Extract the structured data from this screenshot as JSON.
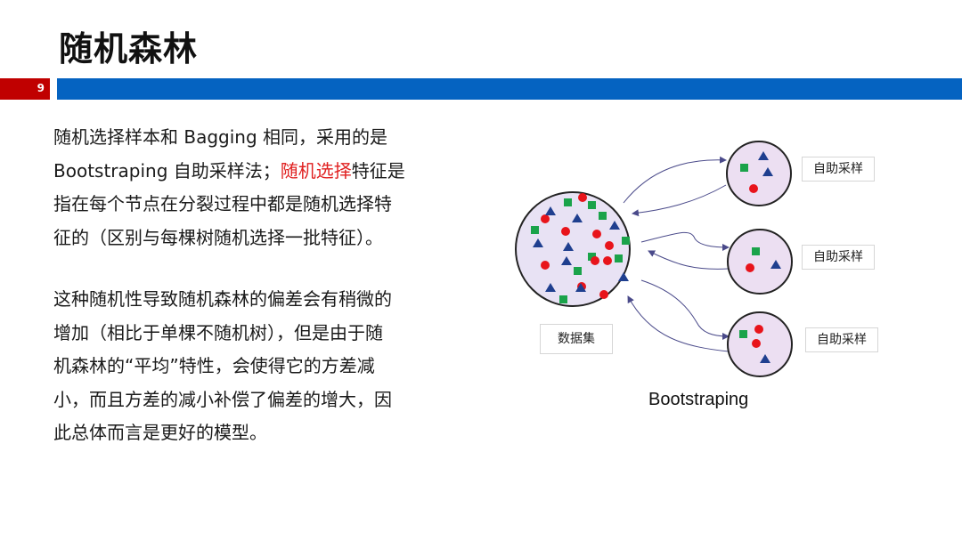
{
  "slide": {
    "title": "随机森林",
    "page_number": "9"
  },
  "text": {
    "p1_line1": "随机选择样本和 Bagging 相同，采用的是",
    "p1_line2a": "Bootstraping 自助采样法；",
    "p1_line2_highlight": "随机选择",
    "p1_line2b": "特征是",
    "p1_line3": "指在每个节点在分裂过程中都是随机选择特",
    "p1_line4": "征的（区别与每棵树随机选择一批特征）。",
    "p2_line1": "这种随机性导致随机森林的偏差会有稍微的",
    "p2_line2": "增加（相比于单棵不随机树），但是由于随",
    "p2_line3": "机森林的“平均”特性，会使得它的方差减",
    "p2_line4": "小，而且方差的减小补偿了偏差的增大，因",
    "p2_line5": "此总体而言是更好的模型。"
  },
  "diagram": {
    "dataset_label": "数据集",
    "sample_label_1": "自助采样",
    "sample_label_2": "自助采样",
    "sample_label_3": "自助采样",
    "caption": "Bootstraping"
  },
  "colors": {
    "accent_red": "#c00000",
    "accent_blue": "#0563c1",
    "highlight": "#e02020",
    "square": "#1aa34a",
    "dot": "#e8141b",
    "triangle": "#1f3f8f",
    "circle_fill": "#ece6f6",
    "arrow": "#4a4a8a"
  }
}
